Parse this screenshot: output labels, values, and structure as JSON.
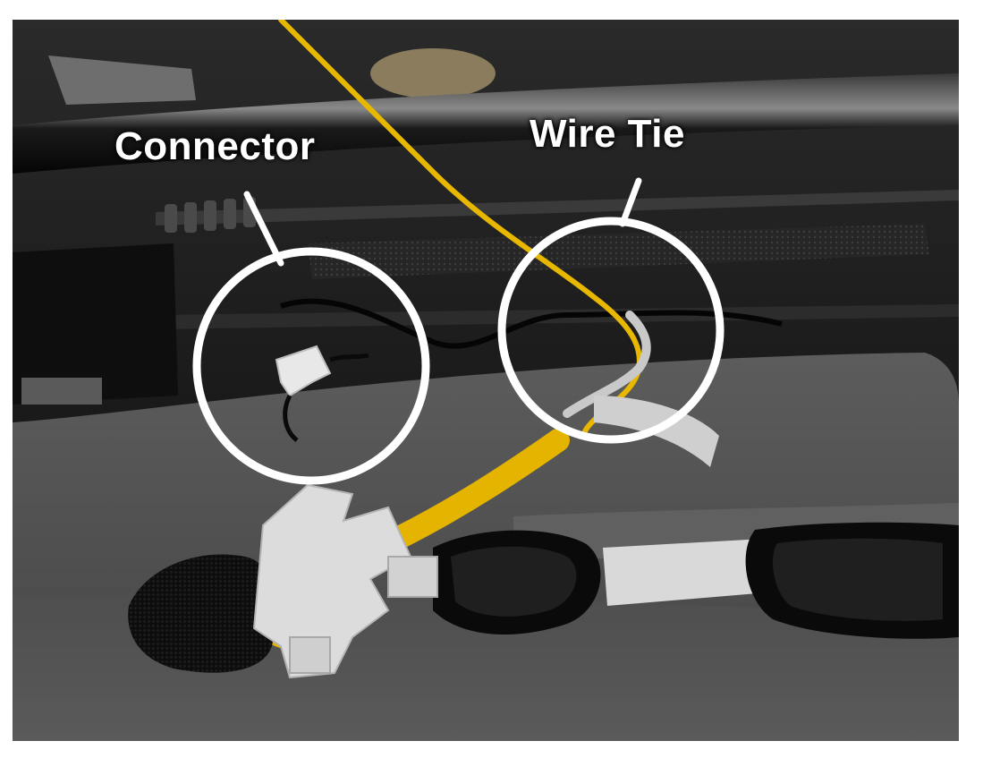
{
  "callouts": {
    "connector": {
      "label": "Connector"
    },
    "wire_tie": {
      "label": "Wire Tie"
    }
  },
  "colors": {
    "frame_background": "#ffffff",
    "callout_white": "#ffffff",
    "yellow_wire": "#e8b800",
    "seat_carpet": "#545454",
    "metal_bar": "#151515",
    "plastic_connector": "#dcdcdc",
    "mesh_strip": "#2a2a2a"
  },
  "icons": {
    "connector_marker": "circle-outline",
    "wire_tie_marker": "circle-outline"
  }
}
